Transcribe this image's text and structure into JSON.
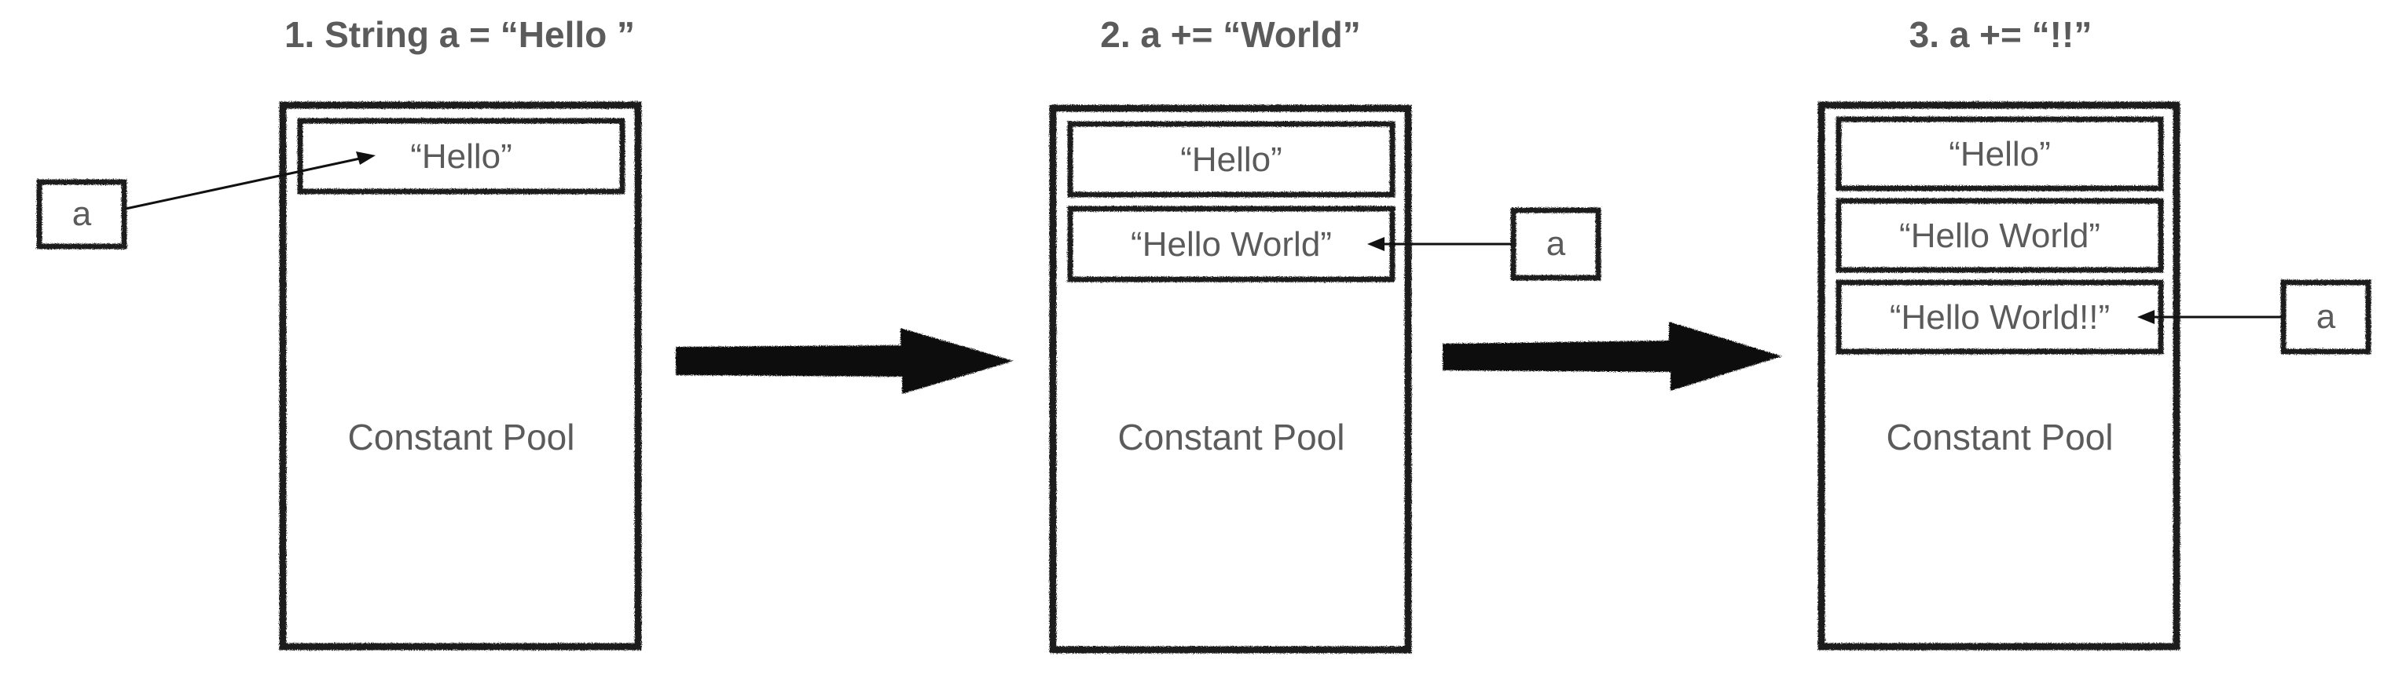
{
  "steps": [
    {
      "title": "1. String a = “Hello ”",
      "pool_label": "Constant Pool",
      "entries": [
        "“Hello”"
      ],
      "variable": "a",
      "points_to": 0
    },
    {
      "title": "2. a += “World”",
      "pool_label": "Constant Pool",
      "entries": [
        "“Hello”",
        "“Hello World”"
      ],
      "variable": "a",
      "points_to": 1
    },
    {
      "title": "3. a += “!!”",
      "pool_label": "Constant Pool",
      "entries": [
        "“Hello”",
        "“Hello World”",
        "“Hello World!!”"
      ],
      "variable": "a",
      "points_to": 2
    }
  ],
  "colors": {
    "text": "#5b5b5b",
    "stroke": "#1c1c1c",
    "arrow": "#0d0d0d",
    "background": "#ffffff"
  }
}
